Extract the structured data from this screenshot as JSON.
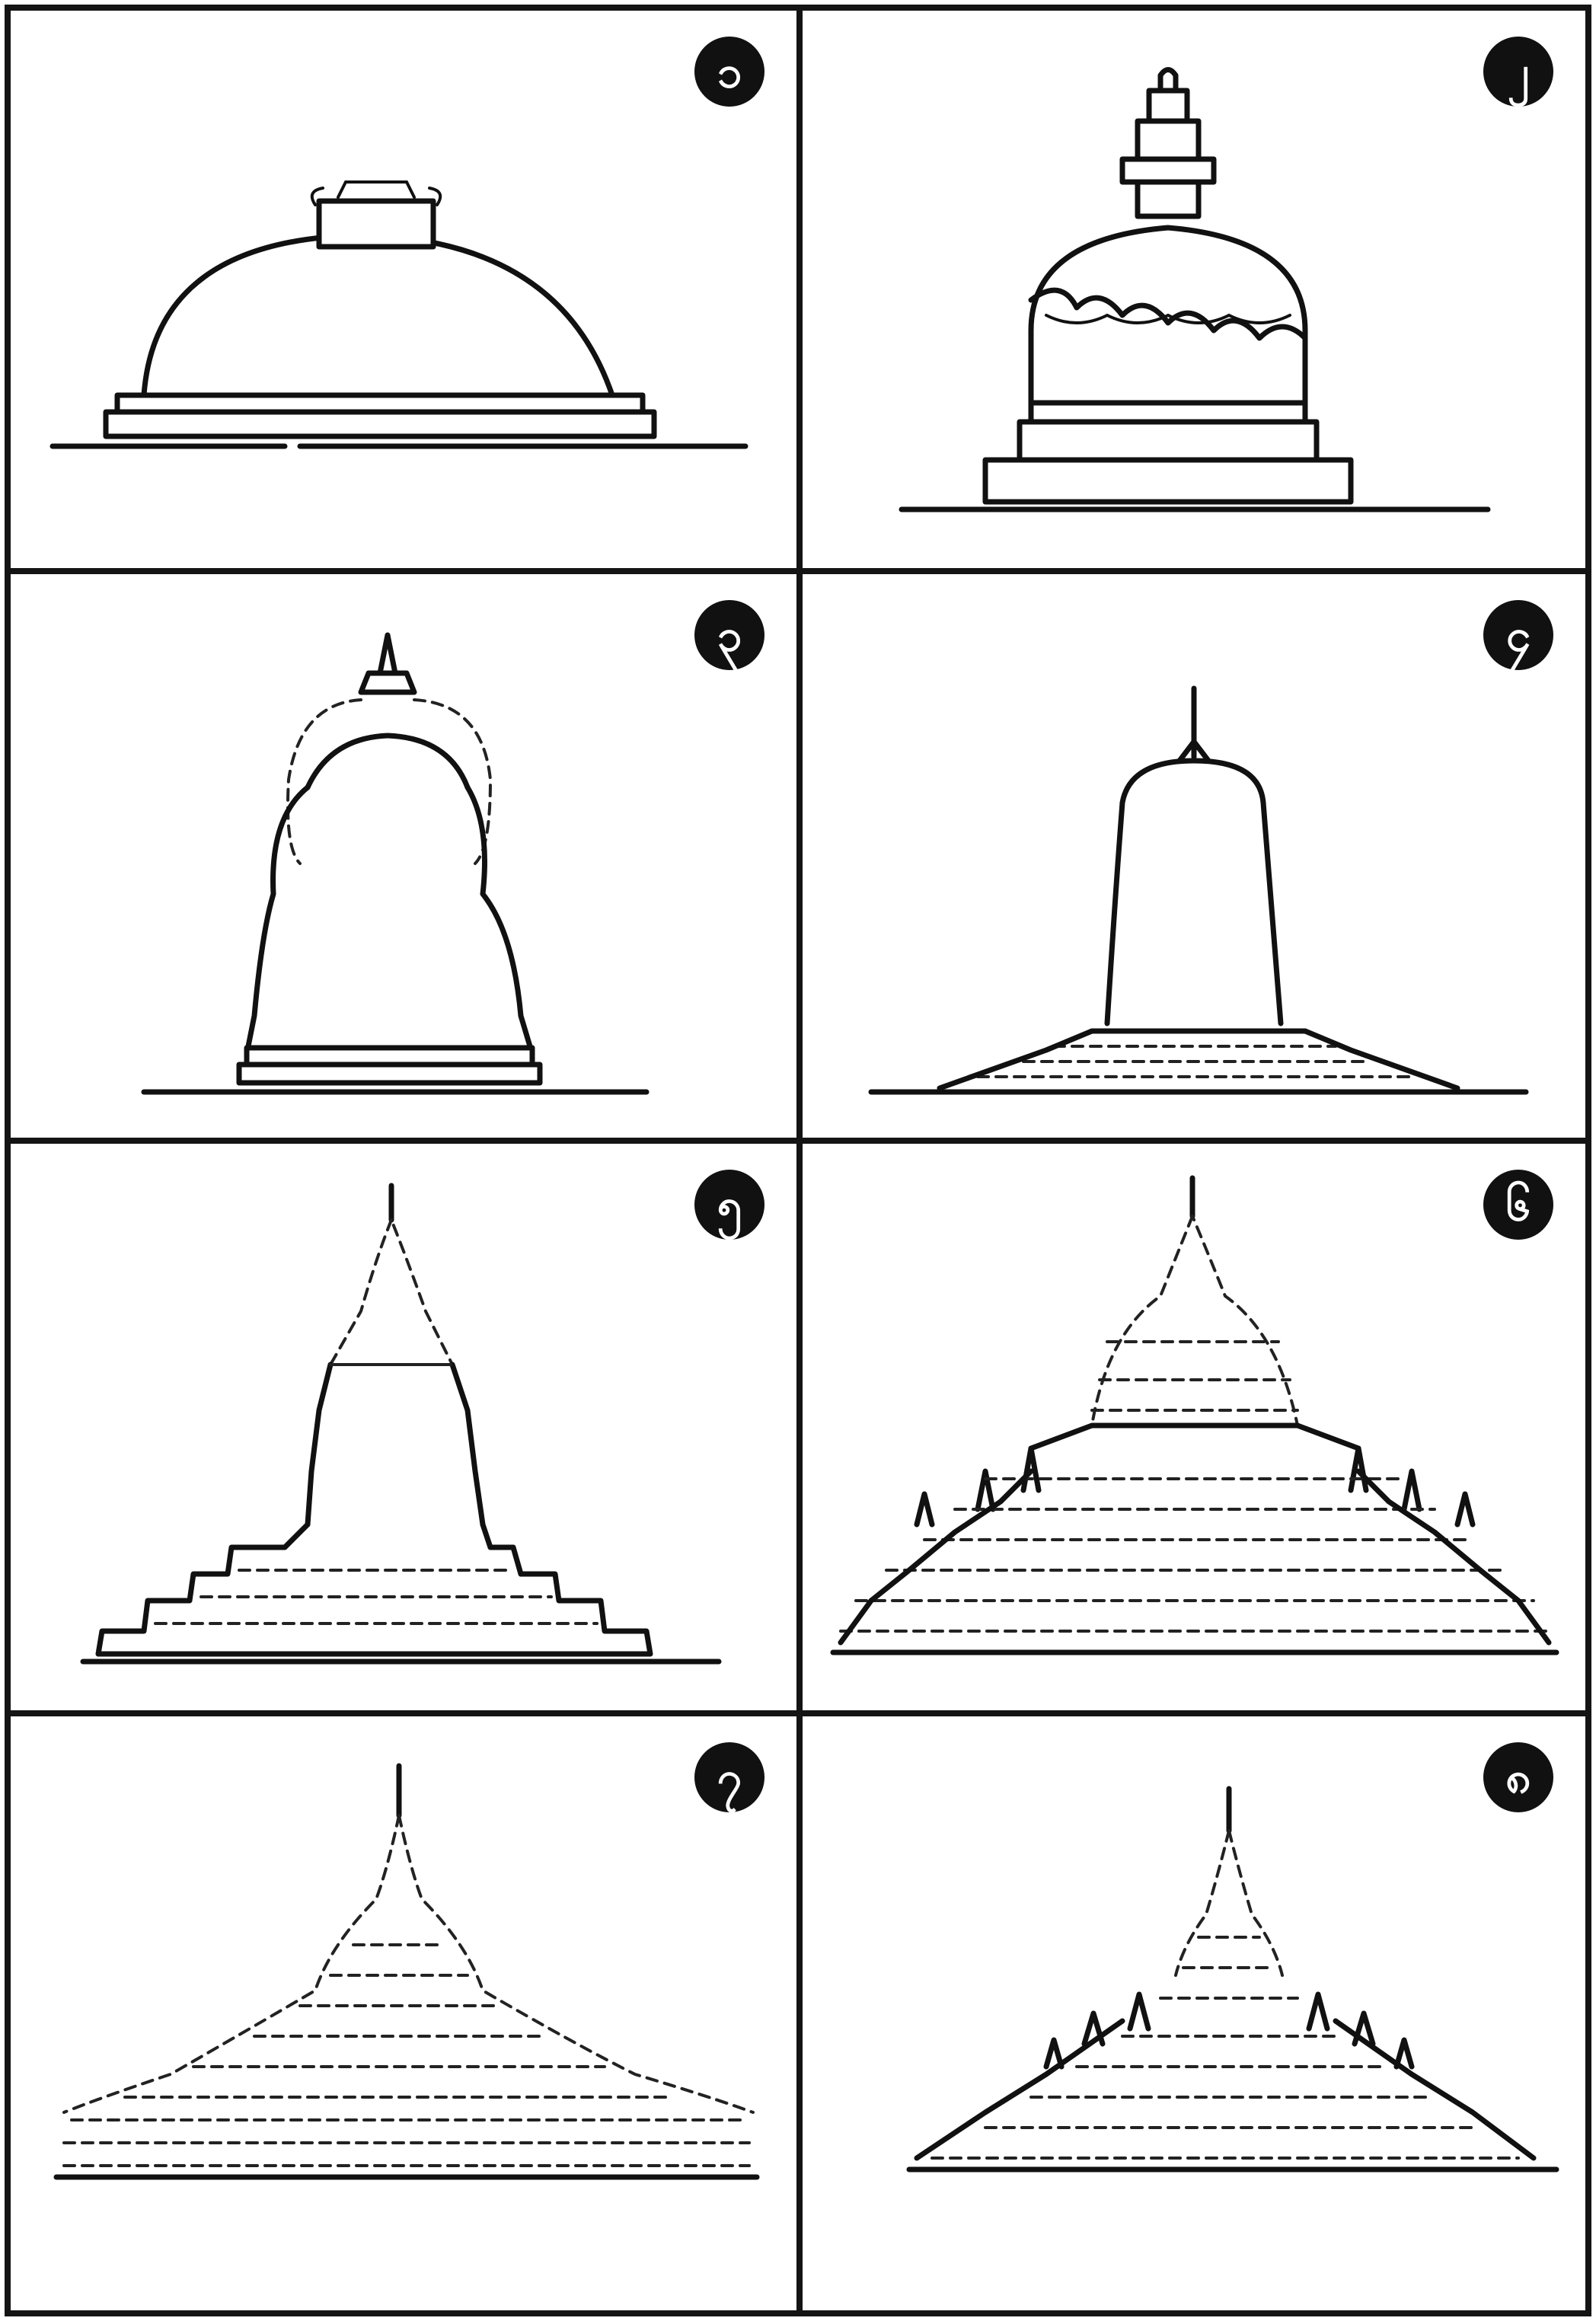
{
  "panels": [
    {
      "id": "panel-1",
      "numeral": "၁"
    },
    {
      "id": "panel-2",
      "numeral": "၂"
    },
    {
      "id": "panel-3",
      "numeral": "၃"
    },
    {
      "id": "panel-4",
      "numeral": "၄"
    },
    {
      "id": "panel-5",
      "numeral": "၅"
    },
    {
      "id": "panel-6",
      "numeral": "၆"
    },
    {
      "id": "panel-7",
      "numeral": "၇"
    },
    {
      "id": "panel-8",
      "numeral": "၈"
    }
  ]
}
